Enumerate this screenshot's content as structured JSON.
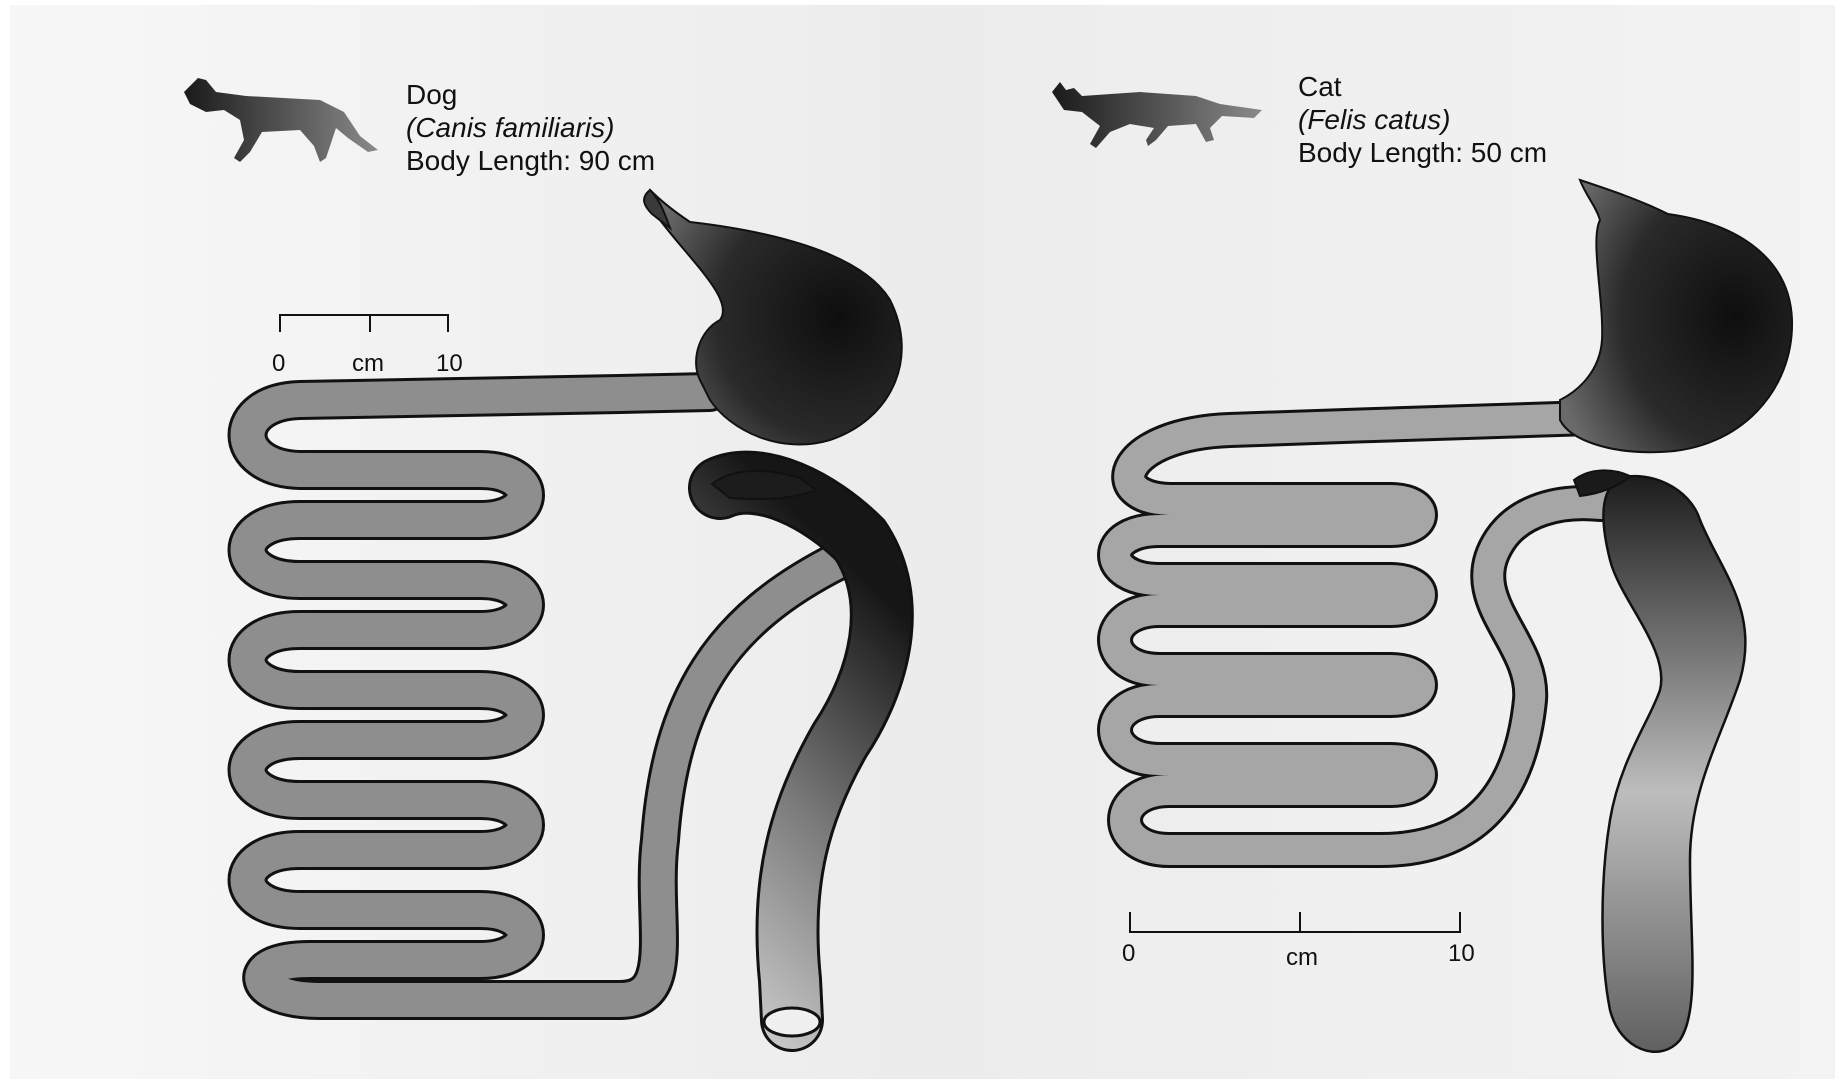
{
  "dog": {
    "name": "Dog",
    "species": "(Canis familiaris)",
    "body_length": "Body Length: 90 cm"
  },
  "cat": {
    "name": "Cat",
    "species": "(Felis catus)",
    "body_length": "Body Length: 50 cm"
  },
  "scale": {
    "start": "0",
    "unit": "cm",
    "end": "10"
  },
  "colors": {
    "page": "#f4f4f4",
    "organ_dark": "#1c1c1c",
    "organ_mid": "#7a7a7a",
    "intestine_fill": "#9a9a9a",
    "outline": "#111111"
  }
}
